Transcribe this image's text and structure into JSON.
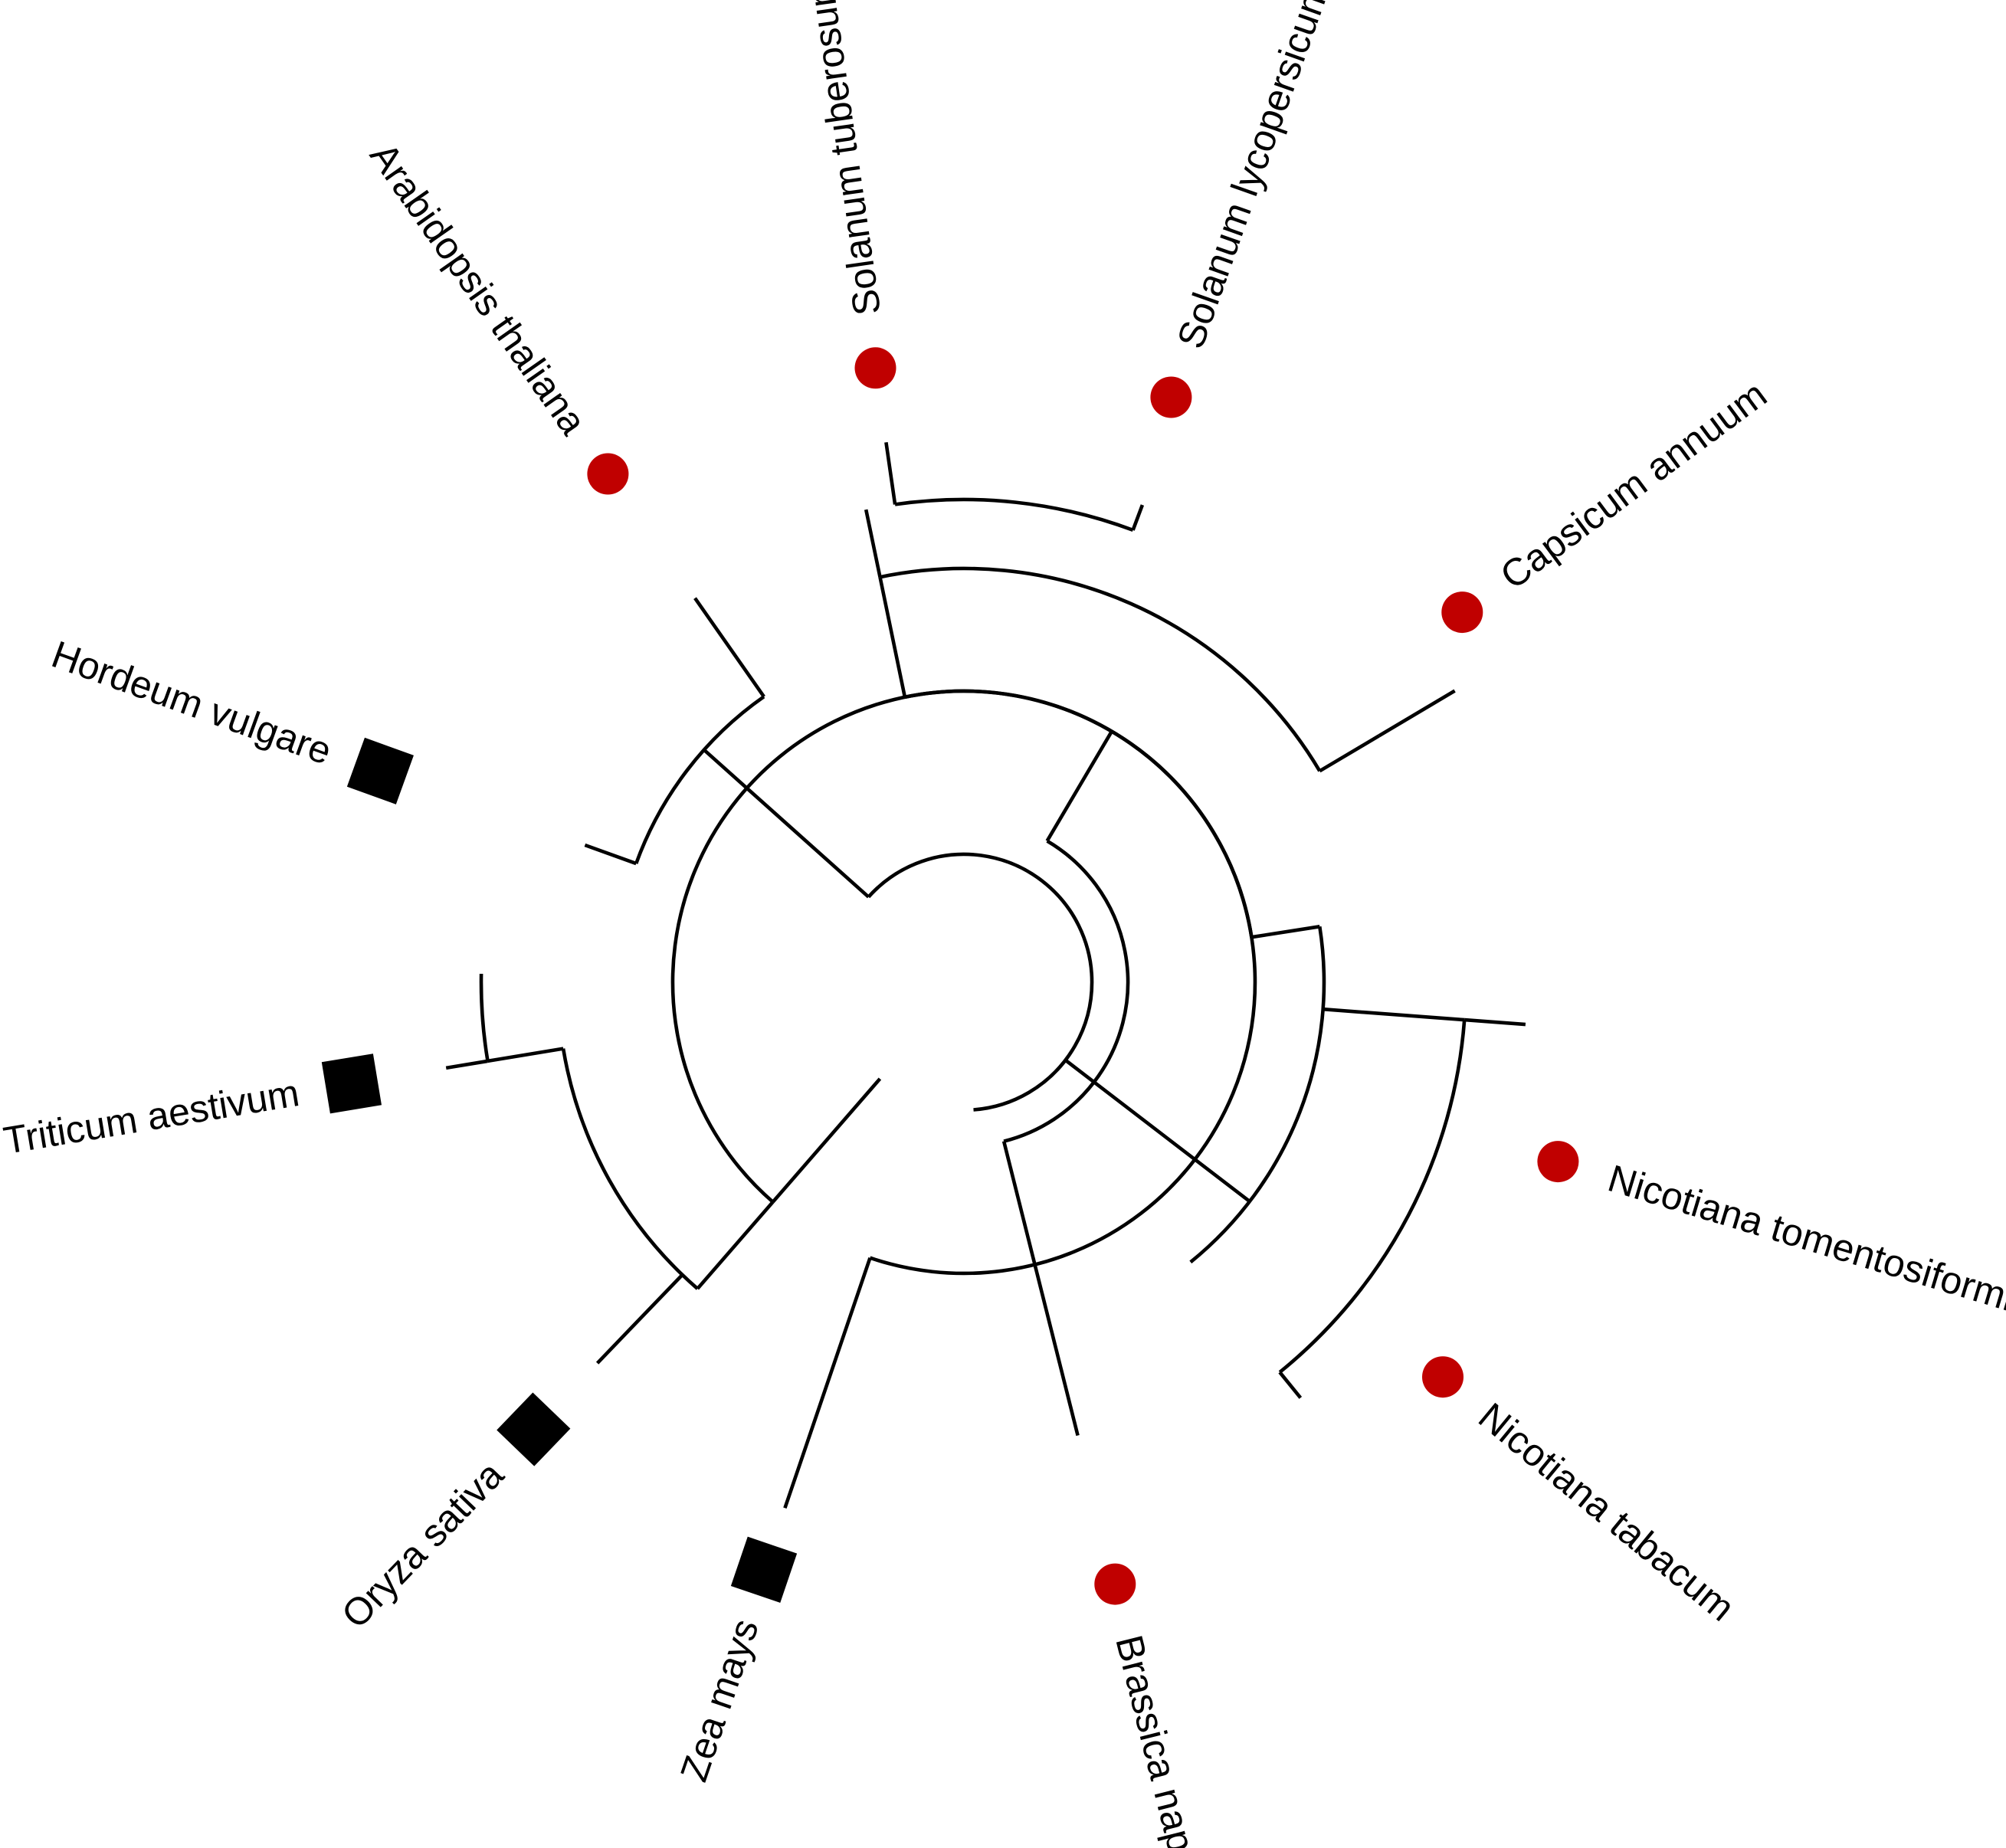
{
  "colors": {
    "dicot": "#C00000",
    "monocot": "#000000",
    "branch": "#000000"
  },
  "legend_shapes": {
    "dicot": "circle",
    "monocot": "square"
  },
  "taxa": [
    {
      "id": "solanum-tuberosum",
      "label": "Solanum tuberosum",
      "marker": "circle"
    },
    {
      "id": "solanum-lycopersicum",
      "label": "Solanum lycopersicum",
      "marker": "circle"
    },
    {
      "id": "capsicum-annuum",
      "label": "Capsicum annuum",
      "marker": "circle"
    },
    {
      "id": "nicotiana-tomentosiformis",
      "label": "Nicotiana tomentosiformis",
      "marker": "circle"
    },
    {
      "id": "nicotiana-tabacum",
      "label": "Nicotiana tabacum",
      "marker": "circle"
    },
    {
      "id": "brassica-napus",
      "label": "Brassica napus",
      "marker": "circle"
    },
    {
      "id": "zea-mays",
      "label": "Zea mays",
      "marker": "square"
    },
    {
      "id": "oryza-sativa",
      "label": "Oryza sativa",
      "marker": "square"
    },
    {
      "id": "triticum-aestivum",
      "label": "Triticum aestivum",
      "marker": "square"
    },
    {
      "id": "hordeum-vulgare",
      "label": "Hordeum vulgare",
      "marker": "square"
    },
    {
      "id": "arabidopsis-thaliana",
      "label": "Arabidopsis thaliana",
      "marker": "circle"
    }
  ]
}
